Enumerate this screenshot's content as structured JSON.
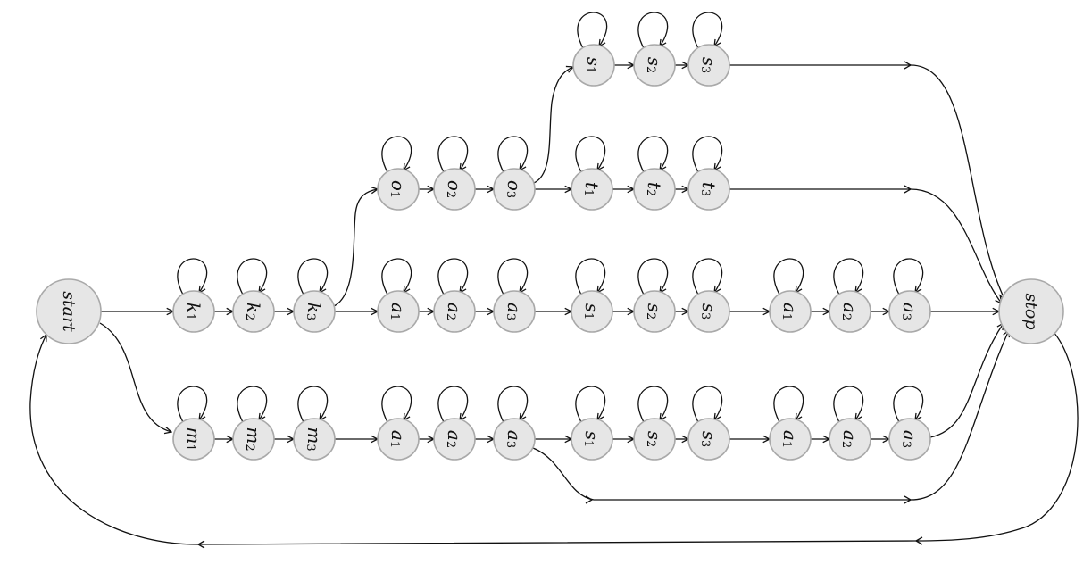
{
  "diagram": {
    "rotation_deg": 90,
    "nodes": {
      "start": {
        "text": "start"
      },
      "stop": {
        "text": "stop"
      },
      "k1": {
        "base": "k",
        "sub": "1"
      },
      "k2": {
        "base": "k",
        "sub": "2"
      },
      "k3": {
        "base": "k",
        "sub": "3"
      },
      "m1": {
        "base": "m",
        "sub": "1"
      },
      "m2": {
        "base": "m",
        "sub": "2"
      },
      "m3": {
        "base": "m",
        "sub": "3"
      },
      "o1": {
        "base": "o",
        "sub": "1"
      },
      "o2": {
        "base": "o",
        "sub": "2"
      },
      "o3": {
        "base": "o",
        "sub": "3"
      },
      "t1": {
        "base": "t",
        "sub": "1"
      },
      "t2": {
        "base": "t",
        "sub": "2"
      },
      "t3": {
        "base": "t",
        "sub": "3"
      },
      "sA1": {
        "base": "s",
        "sub": "1"
      },
      "sA2": {
        "base": "s",
        "sub": "2"
      },
      "sA3": {
        "base": "s",
        "sub": "3"
      },
      "aA1": {
        "base": "a",
        "sub": "1"
      },
      "aA2": {
        "base": "a",
        "sub": "2"
      },
      "aA3": {
        "base": "a",
        "sub": "3"
      },
      "sB1": {
        "base": "s",
        "sub": "1"
      },
      "sB2": {
        "base": "s",
        "sub": "2"
      },
      "sB3": {
        "base": "s",
        "sub": "3"
      },
      "aB1": {
        "base": "a",
        "sub": "1"
      },
      "aB2": {
        "base": "a",
        "sub": "2"
      },
      "aB3": {
        "base": "a",
        "sub": "3"
      },
      "aC1": {
        "base": "a",
        "sub": "1"
      },
      "aC2": {
        "base": "a",
        "sub": "2"
      },
      "aC3": {
        "base": "a",
        "sub": "3"
      },
      "sC1": {
        "base": "s",
        "sub": "1"
      },
      "sC2": {
        "base": "s",
        "sub": "2"
      },
      "sC3": {
        "base": "s",
        "sub": "3"
      },
      "aD1": {
        "base": "a",
        "sub": "1"
      },
      "aD2": {
        "base": "a",
        "sub": "2"
      },
      "aD3": {
        "base": "a",
        "sub": "3"
      }
    },
    "self_loops": [
      "k1",
      "k2",
      "k3",
      "m1",
      "m2",
      "m3",
      "o1",
      "o2",
      "o3",
      "t1",
      "t2",
      "t3",
      "sA1",
      "sA2",
      "sA3",
      "aA1",
      "aA2",
      "aA3",
      "sB1",
      "sB2",
      "sB3",
      "aB1",
      "aB2",
      "aB3",
      "aC1",
      "aC2",
      "aC3",
      "sC1",
      "sC2",
      "sC3",
      "aD1",
      "aD2",
      "aD3"
    ],
    "edges": [
      [
        "start",
        "k1"
      ],
      [
        "k1",
        "k2"
      ],
      [
        "k2",
        "k3"
      ],
      [
        "k3",
        "aA1"
      ],
      [
        "aA1",
        "aA2"
      ],
      [
        "aA2",
        "aA3"
      ],
      [
        "aA3",
        "sB1"
      ],
      [
        "sB1",
        "sB2"
      ],
      [
        "sB2",
        "sB3"
      ],
      [
        "sB3",
        "aB1"
      ],
      [
        "aB1",
        "aB2"
      ],
      [
        "aB2",
        "aB3"
      ],
      [
        "aB3",
        "stop"
      ],
      [
        "k3",
        "o1"
      ],
      [
        "o1",
        "o2"
      ],
      [
        "o2",
        "o3"
      ],
      [
        "o3",
        "t1"
      ],
      [
        "t1",
        "t2"
      ],
      [
        "t2",
        "t3"
      ],
      [
        "t3",
        "stop"
      ],
      [
        "o3",
        "sA1"
      ],
      [
        "sA1",
        "sA2"
      ],
      [
        "sA2",
        "sA3"
      ],
      [
        "sA3",
        "stop"
      ],
      [
        "start",
        "m1"
      ],
      [
        "m1",
        "m2"
      ],
      [
        "m2",
        "m3"
      ],
      [
        "m3",
        "aC1"
      ],
      [
        "aC1",
        "aC2"
      ],
      [
        "aC2",
        "aC3"
      ],
      [
        "aC3",
        "sC1"
      ],
      [
        "sC1",
        "sC2"
      ],
      [
        "sC2",
        "sC3"
      ],
      [
        "sC3",
        "aD1"
      ],
      [
        "aD1",
        "aD2"
      ],
      [
        "aD2",
        "aD3"
      ],
      [
        "aD3",
        "stop"
      ],
      [
        "aC3",
        "stop"
      ],
      [
        "stop",
        "start"
      ]
    ]
  }
}
